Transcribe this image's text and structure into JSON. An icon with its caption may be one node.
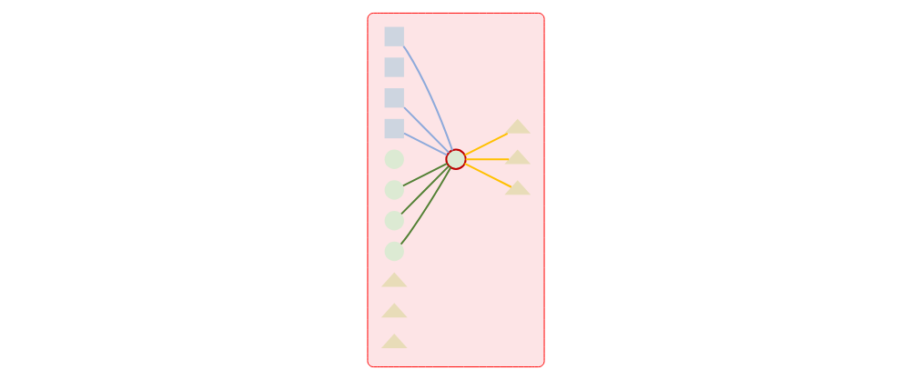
{
  "diagram": {
    "nodes": [
      {
        "text": [],
        "shape": "box"
      },
      {
        "text": [],
        "shape": "box",
        "in": 0
      },
      {
        "text": [],
        "shape": "box",
        "in": 0
      },
      {
        "text": [],
        "shape": "box",
        "in": 0
      },
      {
        "text": [],
        "shape": "box",
        "in": 0
      },
      {
        "text": [],
        "shape": "circle",
        "in": 0
      },
      {
        "text": [],
        "shape": "circle",
        "in": 0
      },
      {
        "text": [],
        "shape": "circle",
        "in": 0
      },
      {
        "text": [],
        "shape": "circle",
        "in": 0
      },
      {
        "text": [],
        "shape": "circle",
        "in": 0
      },
      {
        "text": [],
        "shape": "triangle",
        "in": 0
      },
      {
        "text": [],
        "shape": "triangle",
        "in": 0
      },
      {
        "text": [],
        "shape": "triangle",
        "in": 0
      },
      {
        "text": [],
        "shape": "triangle",
        "in": 0
      },
      {
        "text": [],
        "shape": "triangle",
        "in": 0
      },
      {
        "text": [],
        "shape": "triangle",
        "in": 0
      }
    ],
    "edges": [
      {
        "from": 1,
        "to": 9,
        "arrow": "none",
        "color": "#8eaadb"
      },
      {
        "from": 3,
        "to": 9,
        "arrow": "none",
        "color": "#8eaadb"
      },
      {
        "from": 4,
        "to": 9,
        "arrow": "none",
        "color": "#8eaadb"
      },
      {
        "from": 6,
        "to": 9,
        "arrow": "none",
        "color": "#538135"
      },
      {
        "from": 7,
        "to": 9,
        "arrow": "none",
        "color": "#538135"
      },
      {
        "from": 8,
        "to": 9,
        "arrow": "none",
        "color": "#538135"
      },
      {
        "from": 9,
        "to": 13,
        "arrow": "none",
        "color": "#ffc000"
      },
      {
        "from": 9,
        "to": 14,
        "arrow": "none",
        "color": "#ffc000"
      },
      {
        "from": 9,
        "to": 15,
        "arrow": "none",
        "color": "#ffc000"
      }
    ]
  }
}
